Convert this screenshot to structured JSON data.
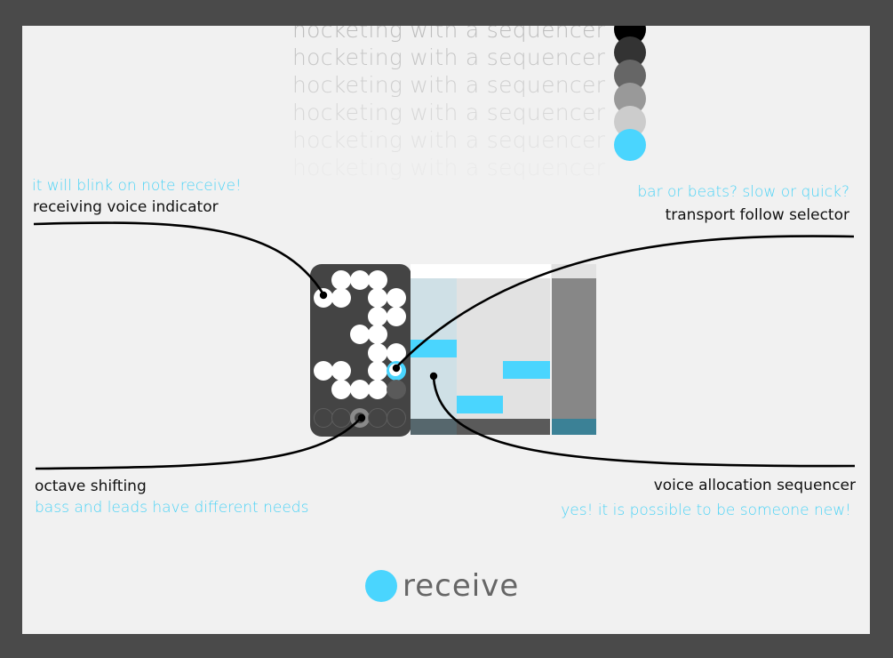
{
  "title": {
    "text": "hocketing with a sequencer",
    "echo_count": 6,
    "shades": [
      "#bdbdbd",
      "#c6c6c6",
      "#cfcfcf",
      "#d8d8d8",
      "#e2e2e2",
      "#eaeaea"
    ],
    "dot_colors": [
      "#000000",
      "#333333",
      "#666666",
      "#999999",
      "#cccccc",
      "#4ad5fe"
    ]
  },
  "annotations": {
    "receiving": {
      "hint": "it will blink on note receive!",
      "label": "receiving voice indicator"
    },
    "transport": {
      "hint": "bar or beats? slow or quick?",
      "label": "transport follow selector"
    },
    "octave": {
      "label": "octave shifting",
      "hint": "bass and leads have different needs"
    },
    "allocation": {
      "label": "voice allocation sequencer",
      "hint": "yes! it is possible to be someone new!"
    }
  },
  "device": {
    "grid": [
      [
        0,
        1,
        1,
        1,
        0
      ],
      [
        1,
        1,
        0,
        1,
        1
      ],
      [
        0,
        0,
        0,
        1,
        1
      ],
      [
        0,
        0,
        1,
        1,
        0
      ],
      [
        0,
        0,
        0,
        1,
        1
      ],
      [
        1,
        1,
        0,
        1,
        2
      ],
      [
        0,
        1,
        1,
        1,
        3
      ]
    ],
    "octave_count": 5,
    "octave_selected": 2
  },
  "sequencer": {
    "steps": 3,
    "active_step": 0,
    "step_values": [
      0.5,
      0.1,
      0.35
    ],
    "transport_level": 0.1
  },
  "receive": {
    "label": "receive"
  },
  "colors": {
    "accent": "#4ad5fe",
    "panel": "#f1f1f1",
    "frame": "#4a4a4a"
  }
}
